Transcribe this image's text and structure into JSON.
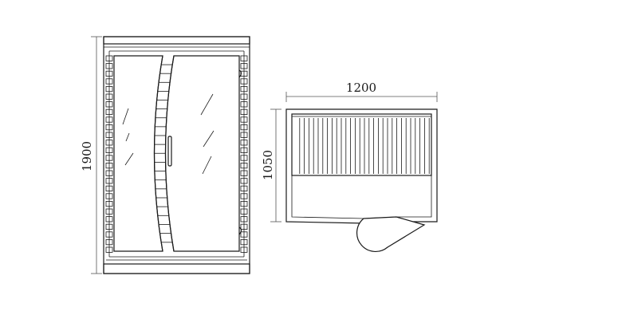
{
  "front_view": {
    "height_label": "1900"
  },
  "top_view": {
    "width_label": "1200",
    "depth_label": "1050"
  }
}
